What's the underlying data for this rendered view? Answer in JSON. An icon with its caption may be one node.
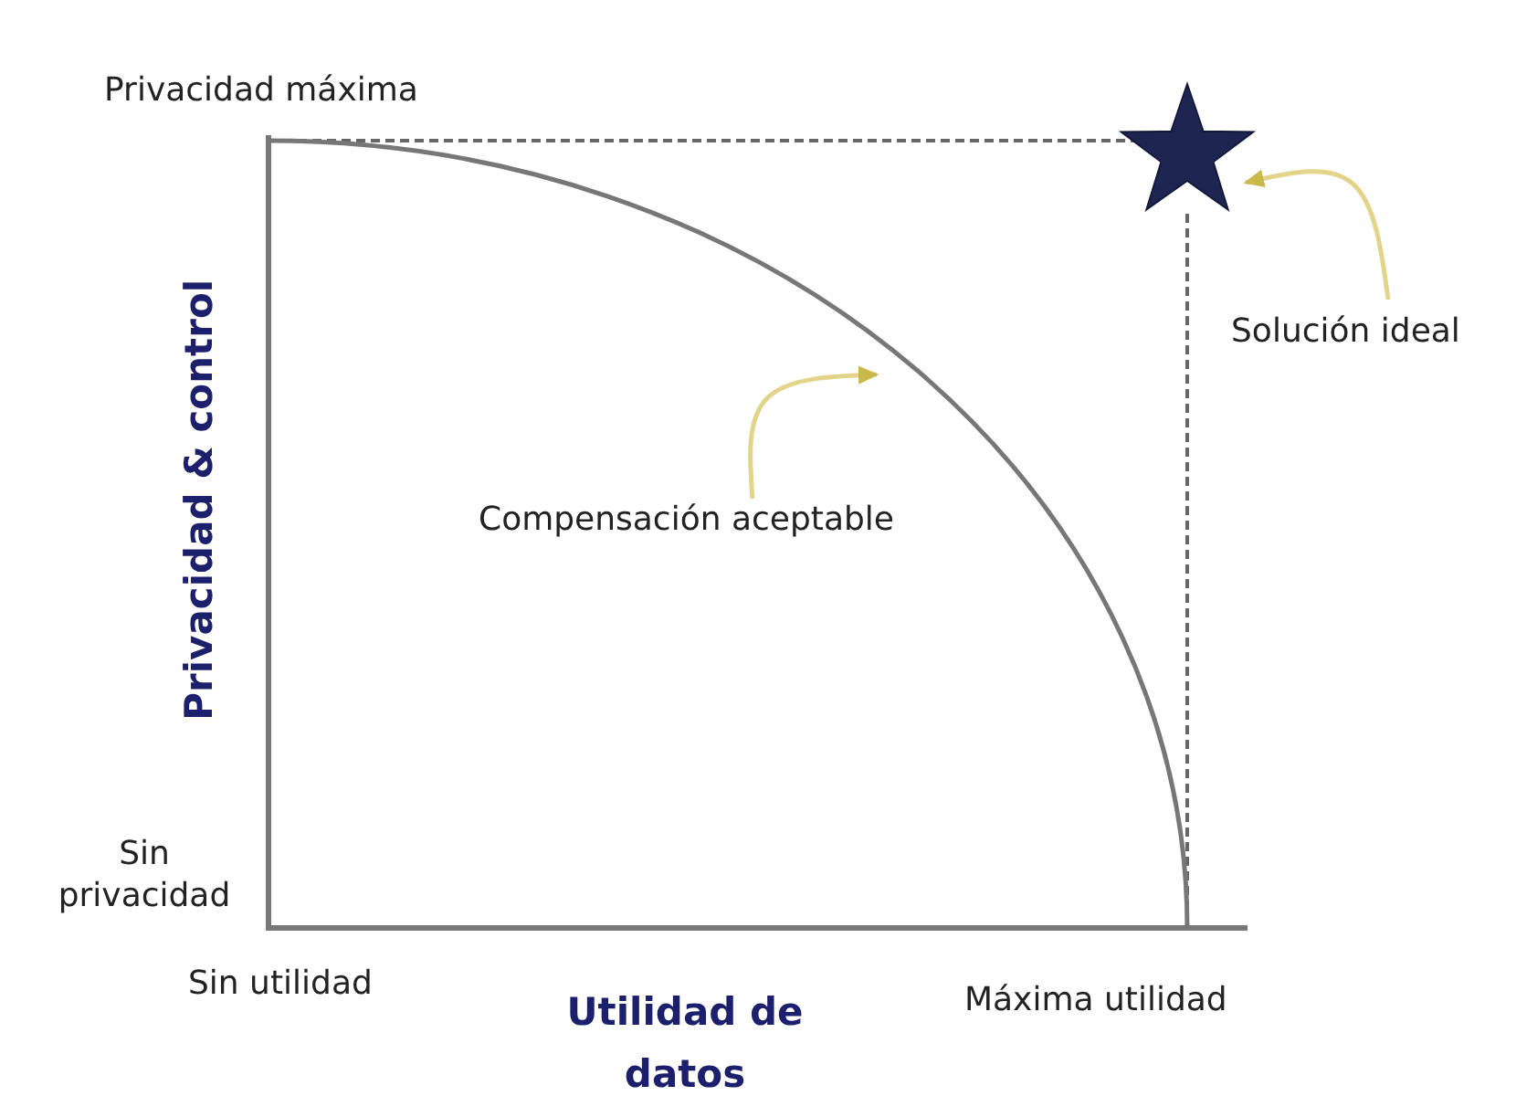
{
  "diagram": {
    "nodes": [
      {
        "text": [
          "Compensación aceptable"
        ]
      },
      {
        "text": [
          "Solución ideal"
        ]
      },
      {
        "text": [],
        "shape": "star"
      }
    ],
    "edges": [
      {
        "from": 0,
        "to": null,
        "arrow": "to"
      },
      {
        "from": 1,
        "to": 2,
        "arrow": "to"
      }
    ],
    "labels": [
      "Privacidad máxima",
      "Privacidad & control",
      "Sin privacidad",
      "Sin utilidad",
      "Utilidad de datos",
      "Máxima utilidad"
    ]
  }
}
